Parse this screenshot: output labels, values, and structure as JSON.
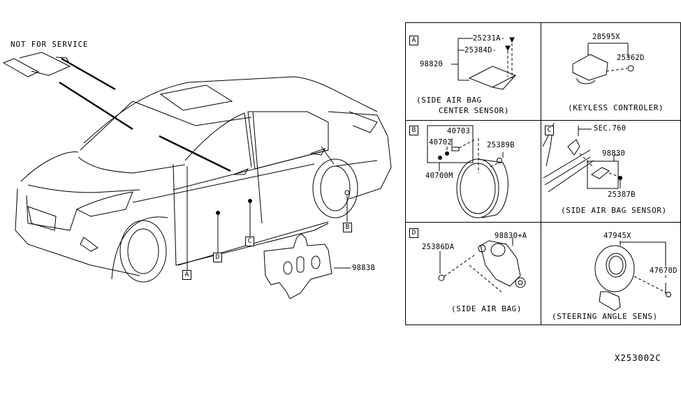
{
  "diagram": {
    "code": "X253002C",
    "main_view": {
      "not_for_service_label": "NOT FOR SERVICE",
      "callouts": [
        "A",
        "B",
        "C",
        "D"
      ],
      "part_labels": {
        "bracket": "98838"
      }
    },
    "panels": [
      {
        "id": "A",
        "parts": [
          "25231A",
          "25384D",
          "98820"
        ],
        "caption_line1": "(SIDE AIR BAG",
        "caption_line2": "CENTER SENSOR)"
      },
      {
        "id": "keyless",
        "parts": [
          "28595X",
          "25362D"
        ],
        "caption_line1": "(KEYLESS CONTROLER)"
      },
      {
        "id": "B",
        "parts": [
          "40703",
          "40702",
          "40700M",
          "25389B"
        ],
        "caption_line1": ""
      },
      {
        "id": "C",
        "parts": [
          "SEC.760",
          "98830",
          "25387B"
        ],
        "caption_line1": "(SIDE AIR BAG SENSOR)"
      },
      {
        "id": "D",
        "parts": [
          "25386DA",
          "98830+A"
        ],
        "caption_line1": "(SIDE AIR BAG)"
      },
      {
        "id": "steering",
        "parts": [
          "47945X",
          "47670D"
        ],
        "caption_line1": "(STEERING ANGLE SENS)"
      }
    ]
  }
}
